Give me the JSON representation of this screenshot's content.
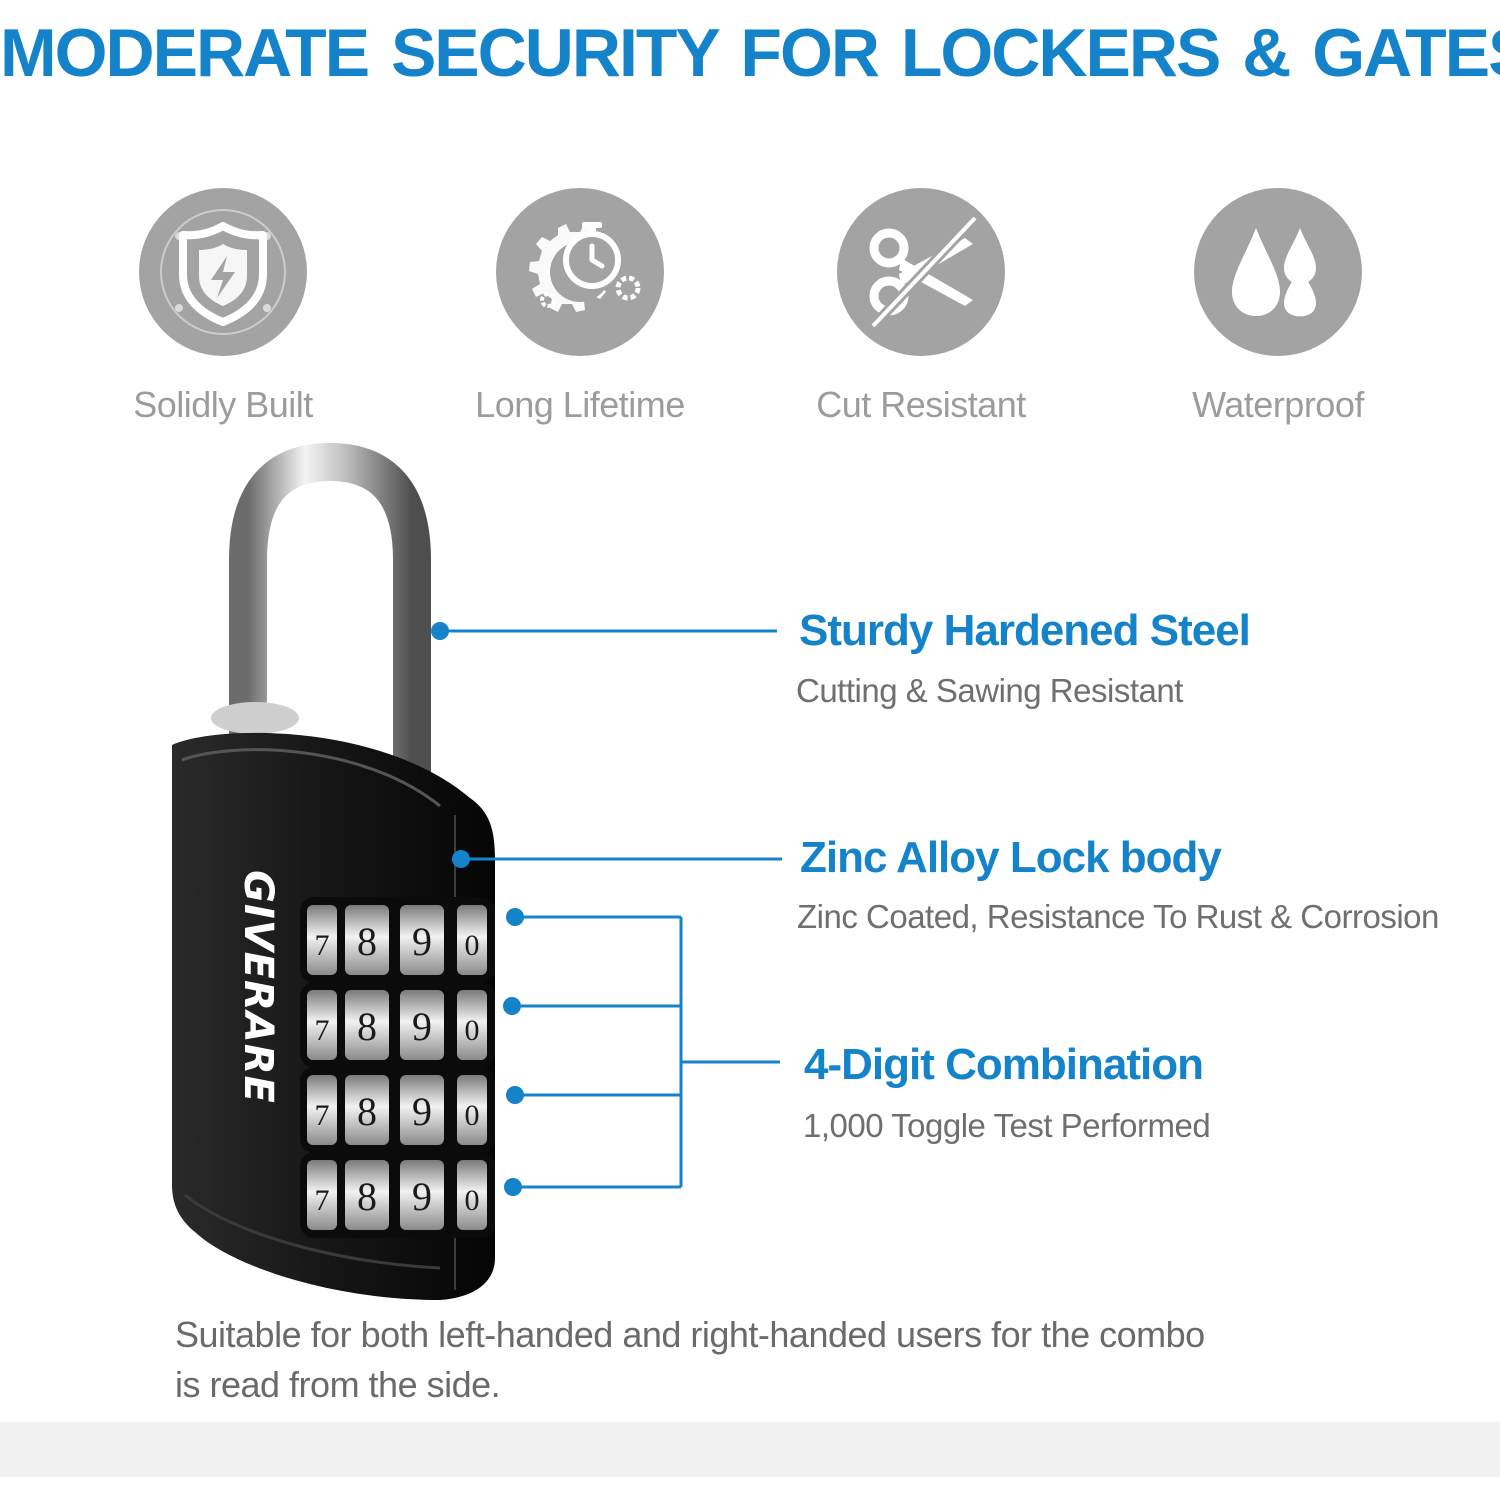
{
  "headline": "MODERATE  SECURITY FOR LOCKERS & GATES",
  "features": [
    {
      "icon": "shield-lightning-icon",
      "label": "Solidly Built"
    },
    {
      "icon": "gear-stopwatch-icon",
      "label": "Long Lifetime"
    },
    {
      "icon": "scissors-crossed-icon",
      "label": "Cut Resistant"
    },
    {
      "icon": "water-drops-icon",
      "label": "Waterproof"
    }
  ],
  "product": {
    "brand": "GIVERARE",
    "dial_digits": [
      "7",
      "8",
      "9",
      "0"
    ]
  },
  "callouts": [
    {
      "title": "Sturdy Hardened Steel",
      "subtitle": "Cutting & Sawing Resistant"
    },
    {
      "title": "Zinc Alloy Lock body",
      "subtitle": "Zinc Coated, Resistance To Rust & Corrosion"
    },
    {
      "title": "4-Digit Combination",
      "subtitle": "1,000 Toggle Test Performed"
    }
  ],
  "note": "Suitable for both left-handed and right-handed users for the combo is read from the side.",
  "colors": {
    "accent": "#1583c9",
    "icon_circle": "#a3a3a3",
    "feature_label": "#9c9c9c",
    "body_text": "#6a6a6a"
  }
}
